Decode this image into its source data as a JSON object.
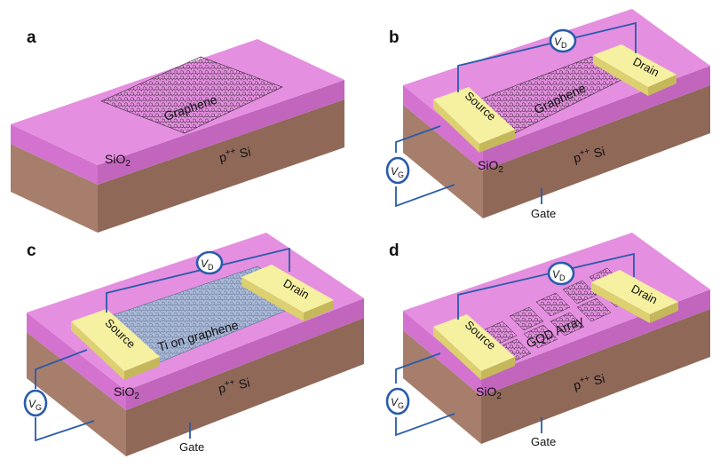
{
  "panels": [
    {
      "id": "a",
      "label": "a",
      "channel_label": "Graphene",
      "oxide_label": "SiO",
      "oxide_sub": "2",
      "substrate_label": "p",
      "substrate_sup": "++",
      "substrate_suffix": " Si"
    },
    {
      "id": "b",
      "label": "b",
      "channel_label": "Graphene",
      "source_label": "Source",
      "drain_label": "Drain",
      "vd_main": "V",
      "vd_sub": "D",
      "vg_main": "V",
      "vg_sub": "G",
      "gate_label": "Gate",
      "oxide_label": "SiO",
      "oxide_sub": "2",
      "substrate_label": "p",
      "substrate_sup": "++",
      "substrate_suffix": " Si"
    },
    {
      "id": "c",
      "label": "c",
      "channel_label": "Ti on graphene",
      "source_label": "Source",
      "drain_label": "Drain",
      "vd_main": "V",
      "vd_sub": "D",
      "vg_main": "V",
      "vg_sub": "G",
      "gate_label": "Gate",
      "oxide_label": "SiO",
      "oxide_sub": "2",
      "substrate_label": "p",
      "substrate_sup": "++",
      "substrate_suffix": " Si"
    },
    {
      "id": "d",
      "label": "d",
      "channel_label": "GQD Array",
      "source_label": "Source",
      "drain_label": "Drain",
      "vd_main": "V",
      "vd_sub": "D",
      "vg_main": "V",
      "vg_sub": "G",
      "gate_label": "Gate",
      "oxide_label": "SiO",
      "oxide_sub": "2",
      "substrate_label": "p",
      "substrate_sup": "++",
      "substrate_suffix": " Si"
    }
  ],
  "colors": {
    "oxide_top": "#e58fe0",
    "oxide_front": "#d373cf",
    "oxide_side": "#c165bd",
    "substrate_front": "#a77e6c",
    "substrate_side": "#8f6858",
    "electrode_top": "#f6f1a1",
    "electrode_front": "#dcd070",
    "electrode_side": "#c4b85a",
    "wire": "#2a5bab",
    "graphene_line": "#3a2c3a",
    "ti_fill": "#aab9d6"
  }
}
